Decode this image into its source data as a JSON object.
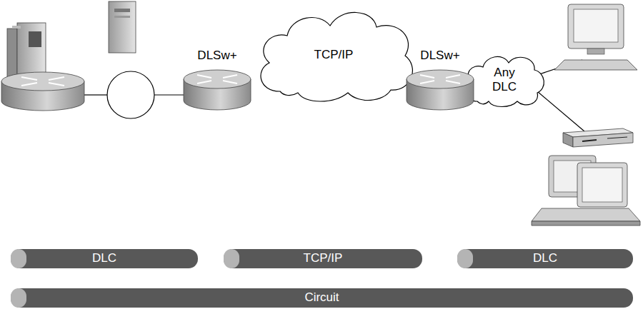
{
  "diagram": {
    "nodes": [
      {
        "text": [
          "DLSw+"
        ]
      },
      {
        "text": [
          "TCP/IP"
        ]
      },
      {
        "text": [
          "DLSw+"
        ]
      },
      {
        "text": [
          "Any DLC"
        ]
      },
      {
        "text": [
          "DLC"
        ]
      },
      {
        "text": [
          "TCP/IP"
        ]
      },
      {
        "text": [
          "DLC"
        ]
      },
      {
        "text": [
          "Circuit"
        ]
      }
    ]
  }
}
